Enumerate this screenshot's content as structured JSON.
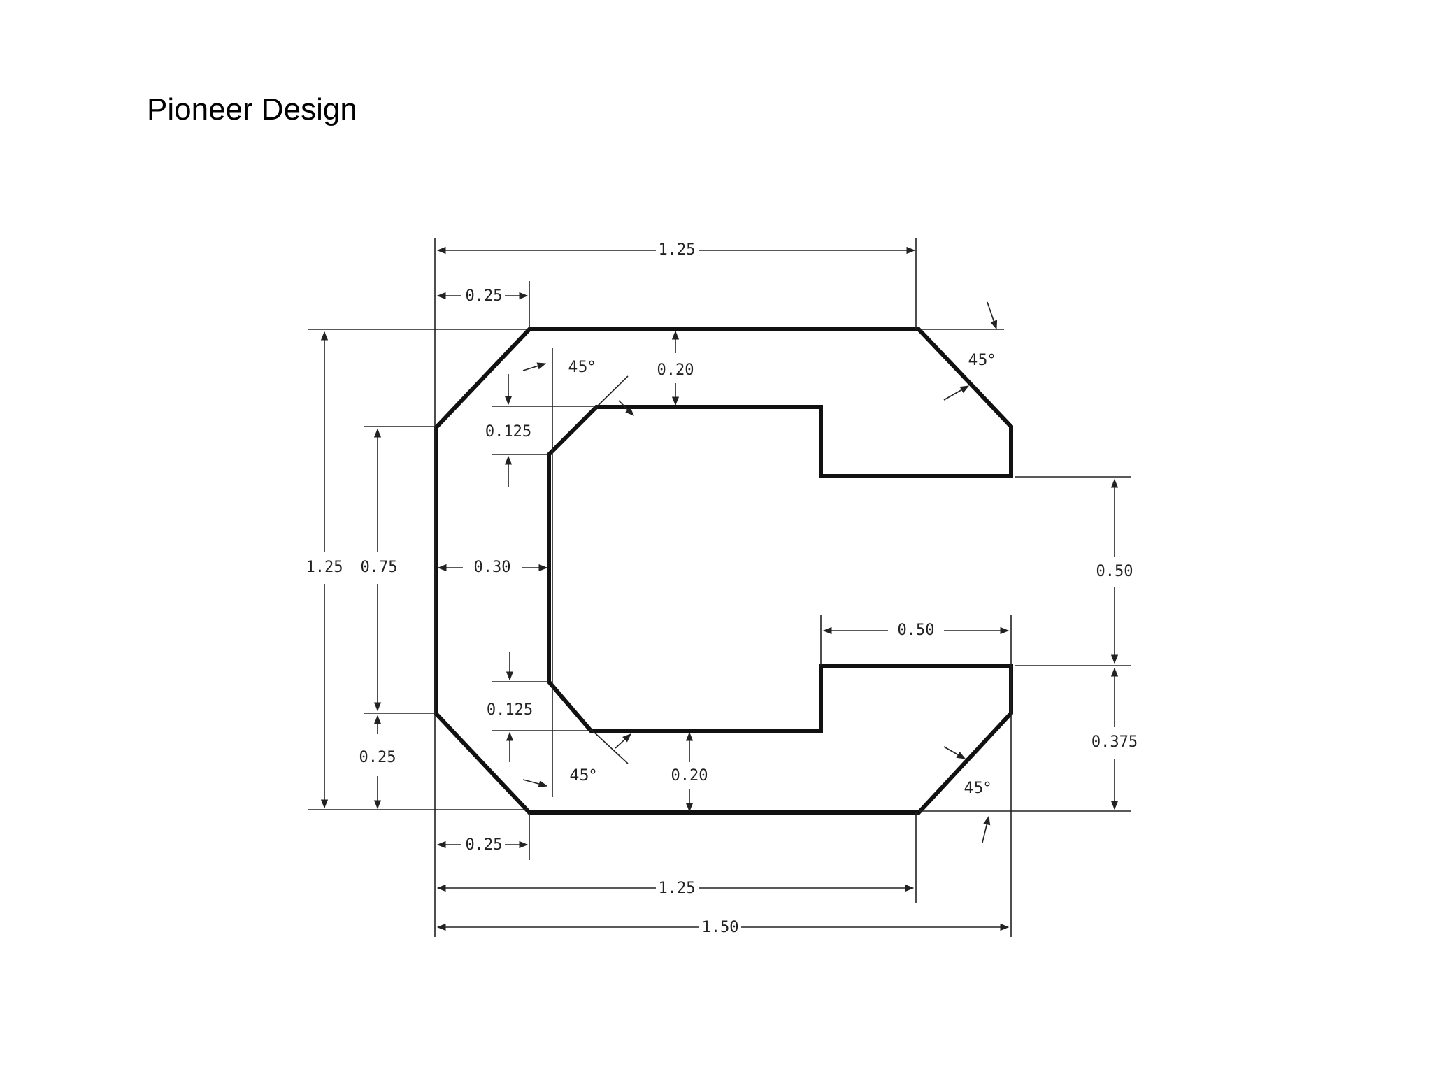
{
  "title": "Pioneer Design",
  "colors": {
    "outline": "#111111",
    "dimension": "#222222",
    "background": "#ffffff"
  },
  "dimensions": {
    "top_overall_width": "1.25",
    "top_left_chamfer": "0.25",
    "top_thickness": "0.20",
    "top_inner_chamfer": "0.125",
    "left_overall_height": "1.25",
    "left_straight_height": "0.75",
    "left_bottom_chamfer": "0.25",
    "wall_thickness": "0.30",
    "bottom_inner_chamfer": "0.125",
    "bottom_thickness": "0.20",
    "slot_depth": "0.50",
    "slot_width": "0.50",
    "right_lower_height": "0.375",
    "bottom_left_chamfer": "0.25",
    "bottom_overall_width": "1.25",
    "total_width": "1.50"
  },
  "angles": {
    "top_left_outer": "45°",
    "top_right": "45°",
    "bottom_left_inner": "45°",
    "bottom_right": "45°"
  }
}
